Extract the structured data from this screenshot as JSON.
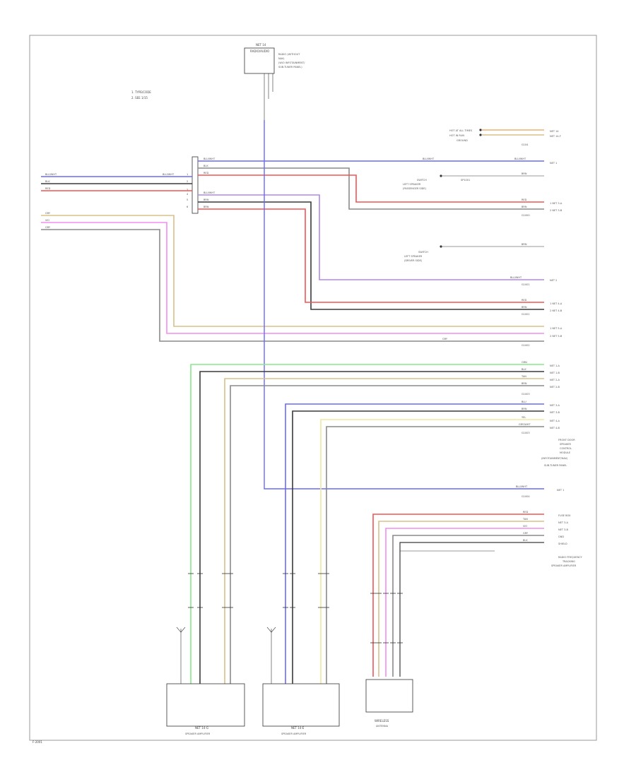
{
  "colors": {
    "blue": "#6a6af5",
    "black": "#3a3a3a",
    "red": "#f25555",
    "grey": "#8a8a8a",
    "pink": "#f08ef0",
    "violet": "#b088e8",
    "tan": "#d8c08a",
    "lightyellow": "#f0e8a0",
    "green": "#88e888",
    "orange": "#f0b070"
  },
  "header_module": {
    "title": "NET 14",
    "subtitle": "RADIO/AUDIO",
    "note_lines": [
      "RADIO (WITHOUT",
      "NAV)",
      "(W/O INFOTAINMENT/",
      "SUB-TUNER PANEL)"
    ]
  },
  "legend": {
    "items": [
      "1. TYPE/CODE",
      "2. SEE 1/15"
    ]
  },
  "top_right": {
    "labels": [
      "HOT AT ALL TIMES",
      "HOT IN RUN",
      "GROUND"
    ],
    "codes": [
      "NET 14",
      "NET 14-F"
    ],
    "ground_code": "G104"
  },
  "upper_connector": {
    "left_wires": [
      "BLU/WHT",
      "BLK",
      "RED"
    ],
    "right_wires": [
      "BLU/WHT",
      "BLK",
      "RED",
      "BLU/WHT",
      "BRN",
      "BRN"
    ],
    "pins": [
      "1",
      "2",
      "3",
      "4",
      "5",
      "6"
    ]
  },
  "right_block_1": {
    "wire_labels": [
      "BLU/WHT",
      "BRN",
      "RED",
      "BRN"
    ],
    "codes": [
      "NET 1",
      "1 NET 3-A",
      "2 NET 3-B"
    ],
    "ground": "G1000",
    "splice": "SP1001",
    "switch_label": [
      "SWITCH",
      "LEFT SPEAKER",
      "(PASSENGER SIDE)"
    ]
  },
  "right_block_2": {
    "switch_label": [
      "SWITCH",
      "LEFT SPEAKER",
      "(DRIVER SIDE)"
    ],
    "wire_labels": [
      "BRN",
      "BLU/WHT",
      "RED",
      "BRN"
    ],
    "codes": [
      "NET 2",
      "1 NET 4-A",
      "2 NET 4-B"
    ],
    "ground": "G1001"
  },
  "right_block_3": {
    "wire_labels": [
      "GRY",
      "VIO",
      "GRY"
    ],
    "codes": [
      "1 NET 5-A",
      "2 NET 5-B",
      "G1002"
    ]
  },
  "amp_block": {
    "wire_labels": [
      "GRN",
      "BLK",
      "TAN",
      "BRN",
      "BLU",
      "BRN",
      "YEL",
      "GRY/WHT"
    ],
    "codes": [
      "NET 1-A",
      "NET 1-B",
      "NET 2-A",
      "NET 2-B",
      "NET 3-A",
      "NET 3-B",
      "NET 4-A",
      "NET 4-B"
    ],
    "ground": "G1003",
    "note": [
      "FRONT DOOR",
      "SPEAKER",
      "CONTROL",
      "MODULE",
      "(INFOTAINMENT/NAV)",
      "SUB-TUNER PANEL"
    ]
  },
  "net_return": {
    "label": "BLU/WHT",
    "code": "NET 1",
    "ground": "G1004"
  },
  "ant_block": {
    "wire_labels": [
      "RED",
      "TAN",
      "VIO",
      "GRY",
      "BLK"
    ],
    "codes": [
      "FUSE BOX",
      "NET 3-A",
      "NET 3-B",
      "GND",
      "SHIELD"
    ],
    "note": [
      "RADIO FREQUENCY",
      "TRACKING",
      "SPEAKER AMPLIFIER"
    ]
  },
  "bottom_modules": [
    {
      "name": "NET 14-G",
      "sub": "SPEAKER AMPLIFIER"
    },
    {
      "name": "NET 14-E",
      "sub": "SPEAKER AMPLIFIER"
    },
    {
      "name": "WIRELESS",
      "sub": "ANTENNA"
    }
  ],
  "page_mark": "F-2001"
}
